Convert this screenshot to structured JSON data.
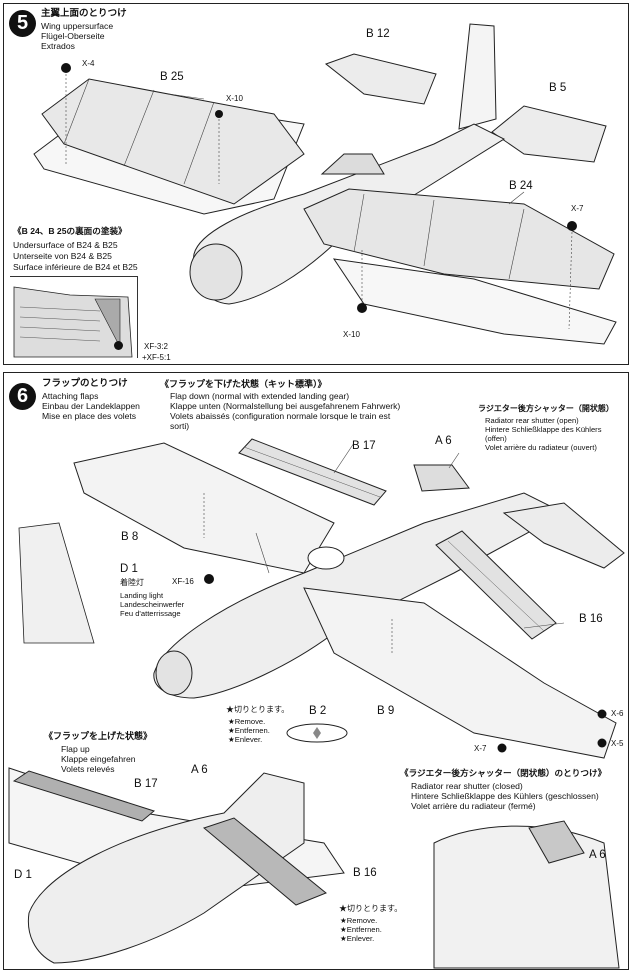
{
  "step5": {
    "number": "5",
    "title_jp": "主翼上面のとりつけ",
    "title_en": "Wing uppersurface",
    "title_de": "Flügel-Oberseite",
    "title_fr": "Extrados",
    "parts": {
      "b12": "B 12",
      "b25": "B 25",
      "b5": "B 5",
      "b24": "B 24"
    },
    "screws": {
      "x4": "X-4",
      "x10a": "X-10",
      "x7": "X-7",
      "x10b": "X-10"
    },
    "paint": {
      "title_jp": "《B 24、B 25の裏面の塗装》",
      "line_en": "Undersurface of B24 & B25",
      "line_de": "Unterseite von B24 & B25",
      "line_fr": "Surface inférieure de B24 et B25",
      "color1": "XF-3:2",
      "color2": "+XF-5:1"
    }
  },
  "step6": {
    "number": "6",
    "title_jp": "フラップのとりつけ",
    "title_en": "Attaching flaps",
    "title_de": "Einbau der Landeklappen",
    "title_fr": "Mise en place des volets",
    "flapdown": {
      "jp": "《フラップを下げた状態（キット標準）》",
      "en": "Flap down (normal with extended landing gear)",
      "de": "Klappe unten (Normalstellung bei ausgefahrenem Fahrwerk)",
      "fr1": "Volets abaissés (configuration normale lorsque le train est",
      "fr2": "sorti)"
    },
    "radopen": {
      "jp": "ラジエター後方シャッター（開状態）",
      "en": "Radiator rear shutter (open)",
      "de1": "Hintere Schließklappe des Kühlers",
      "de2": "(offen)",
      "fr": "Volet arrière du radiateur (ouvert)"
    },
    "landing_light": {
      "jp": "着陸灯",
      "en": "Landing light",
      "de": "Landescheinwerfer",
      "fr": "Feu d'atterrissage"
    },
    "parts": {
      "b17": "B 17",
      "a6": "A 6",
      "b8": "B 8",
      "d1": "D 1",
      "b16": "B 16",
      "b2": "B 2",
      "b9": "B 9"
    },
    "screws": {
      "xf16": "XF-16",
      "x6": "X-6",
      "x5": "X-5",
      "x7": "X-7"
    },
    "remove1": {
      "jp": "★切りとります。",
      "en": "★Remove.",
      "de": "★Entfernen.",
      "fr": "★Enlever."
    },
    "flapup": {
      "jp": "《フラップを上げた状態》",
      "en": "Flap up",
      "de": "Klappe eingefahren",
      "fr": "Volets relevés",
      "parts": {
        "b17": "B 17",
        "a6": "A 6",
        "d1": "D 1",
        "b16": "B 16"
      }
    },
    "remove2": {
      "jp": "★切りとります。",
      "en": "★Remove.",
      "de": "★Entfernen.",
      "fr": "★Enlever."
    },
    "radclosed": {
      "jp": "《ラジエター後方シャッター（閉状態）のとりつけ》",
      "en": "Radiator rear shutter (closed)",
      "de": "Hintere Schließklappe des Kühlers (geschlossen)",
      "fr": "Volet arrière du radiateur (fermé)",
      "a6": "A 6"
    }
  }
}
